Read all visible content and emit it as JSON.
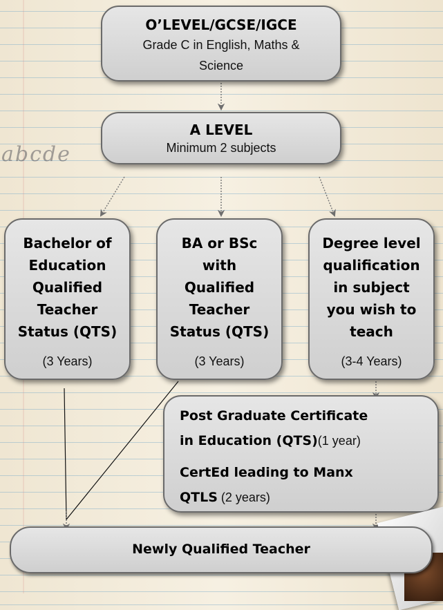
{
  "background_text": "abcde",
  "nodes": {
    "olevel": {
      "title": "O’LEVEL/GCSE/IGCE",
      "sub1": "Grade C in English, Maths &",
      "sub2": "Science"
    },
    "alevel": {
      "title": "A LEVEL",
      "sub": "Minimum 2 subjects"
    },
    "bed": {
      "lines": [
        "Bachelor of",
        "Education",
        "Qualified",
        "Teacher",
        "Status (QTS)"
      ],
      "years": "(3 Years)"
    },
    "ba": {
      "lines": [
        "BA or BSc",
        "with",
        "Qualified",
        "Teacher",
        "Status (QTS)"
      ],
      "years": "(3 Years)"
    },
    "degree": {
      "lines": [
        "Degree level",
        "qualification",
        "in subject",
        "you wish to",
        "teach"
      ],
      "years": "(3-4 Years)"
    },
    "pgce": {
      "line1_bold": "Post Graduate Certificate",
      "line2_bold": "in Education (QTS)",
      "line2_normal": "(1 year)",
      "line3_bold": "CertEd leading to Manx",
      "line4_bold": "QTLS",
      "line4_normal": " (2 years)"
    },
    "nqt": {
      "title": "Newly Qualified Teacher"
    }
  },
  "colors": {
    "box_fill": "#d9d9d9",
    "box_border": "#6a6a6a",
    "ruled_line": "#78aac8",
    "margin_line": "#d88a8a"
  }
}
